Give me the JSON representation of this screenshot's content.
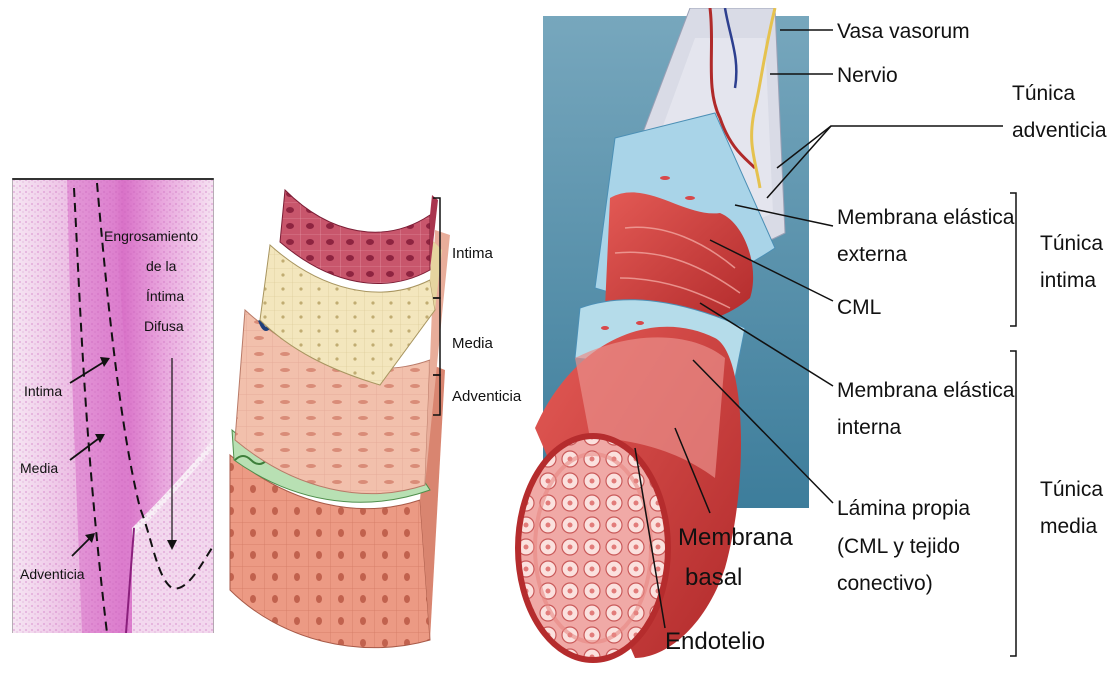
{
  "histology": {
    "labels": {
      "engrosamiento": [
        "Engrosamiento",
        "de la",
        "Íntima",
        "Difusa"
      ],
      "intima": "Intima",
      "media": "Media",
      "adventicia": "Adventicia"
    }
  },
  "layers": {
    "labels": {
      "intima": "Intima",
      "media": "Media",
      "adventicia": "Adventicia"
    }
  },
  "vessel": {
    "labels": {
      "vasa_vasorum": "Vasa vasorum",
      "nervio": "Nervio",
      "tunica_adventicia": [
        "Túnica",
        "adventicia"
      ],
      "membrana_elastica_externa": [
        "Membrana elástica",
        "externa"
      ],
      "tunica_intima": [
        "Túnica",
        "intima"
      ],
      "cml": "CML",
      "membrana_elastica_interna": [
        "Membrana elástica",
        "interna"
      ],
      "tunica_media": [
        "Túnica",
        "media"
      ],
      "lamina_propia": [
        "Lámina propia",
        "(CML y tejido",
        "conectivo)"
      ],
      "membrana_basal": [
        "Membrana",
        "basal"
      ],
      "endotelio": "Endotelio"
    }
  }
}
